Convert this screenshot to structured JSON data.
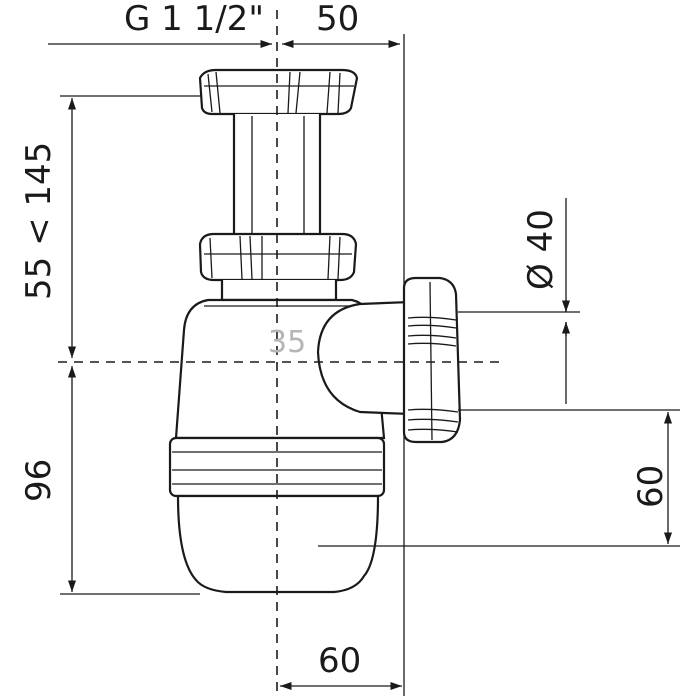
{
  "dimensions": {
    "thread": "G 1 1/2\"",
    "offset_top": "50",
    "height_range": "55 < 145",
    "lower_height": "96",
    "outlet_diameter": "Ø 40",
    "outlet_height": "60",
    "bottom_width": "60",
    "inner_label": "35"
  }
}
